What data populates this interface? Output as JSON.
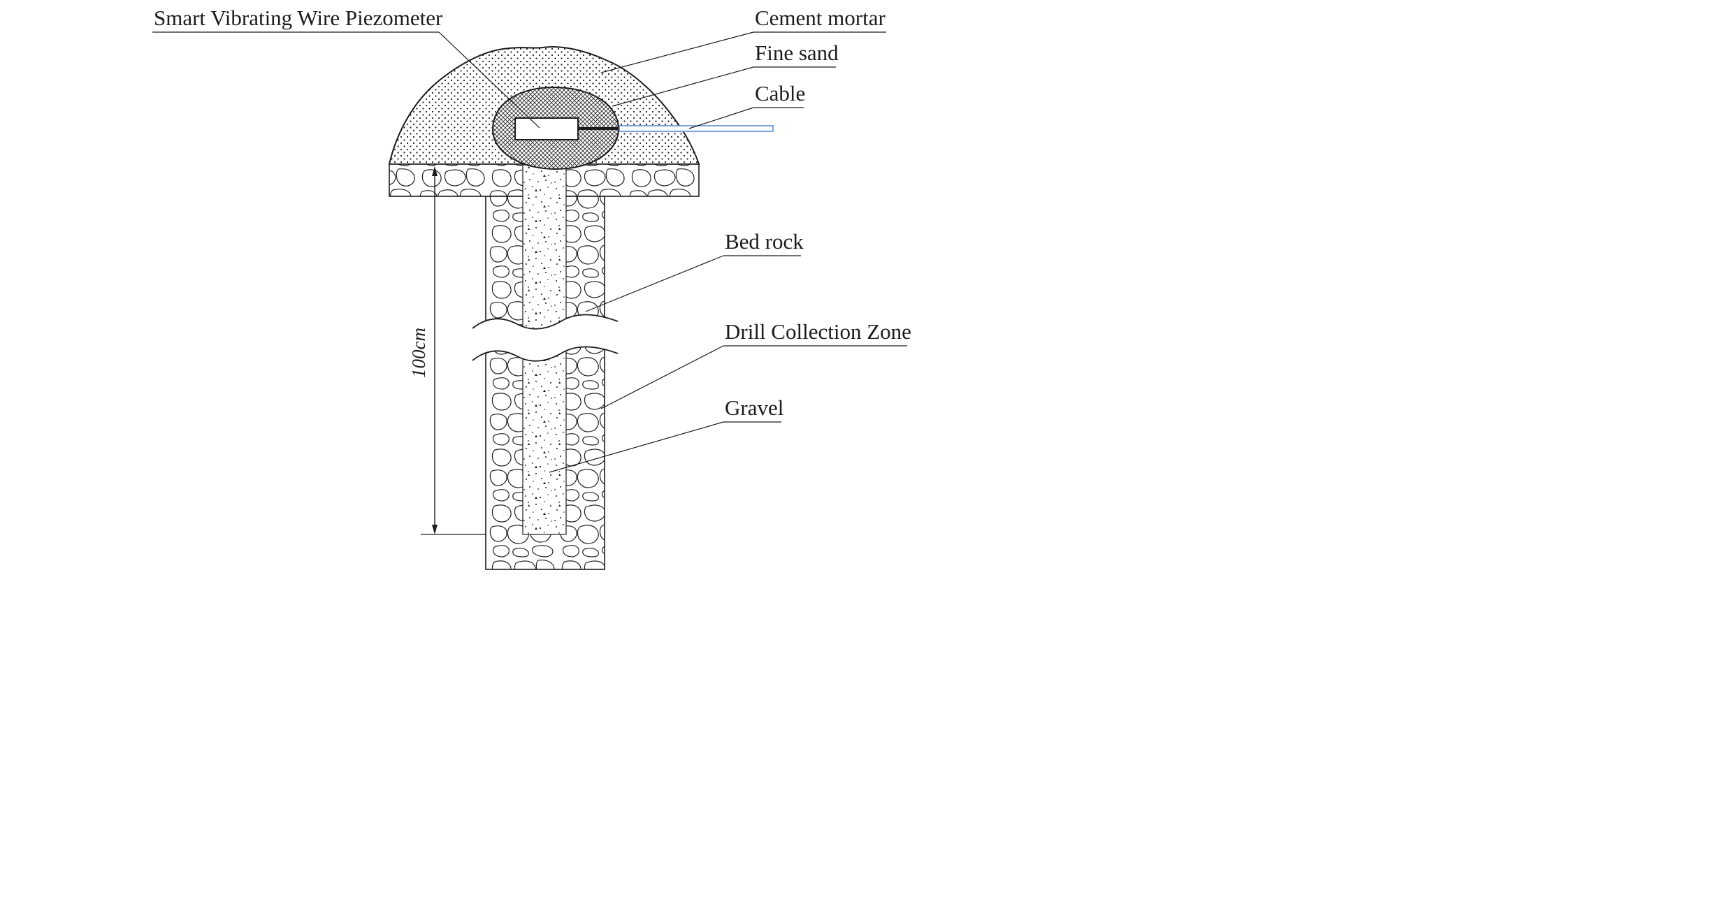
{
  "labels": {
    "piezometer": "Smart Vibrating Wire Piezometer",
    "cement_mortar": "Cement mortar",
    "fine_sand": "Fine sand",
    "cable": "Cable",
    "bed_rock": "Bed rock",
    "drill_collection_zone": "Drill Collection Zone",
    "gravel": "Gravel",
    "dimension_100cm": "100cm"
  },
  "colors": {
    "line": "#1c1c1c",
    "cable_stroke": "#5b8bd0",
    "background": "#ffffff"
  }
}
